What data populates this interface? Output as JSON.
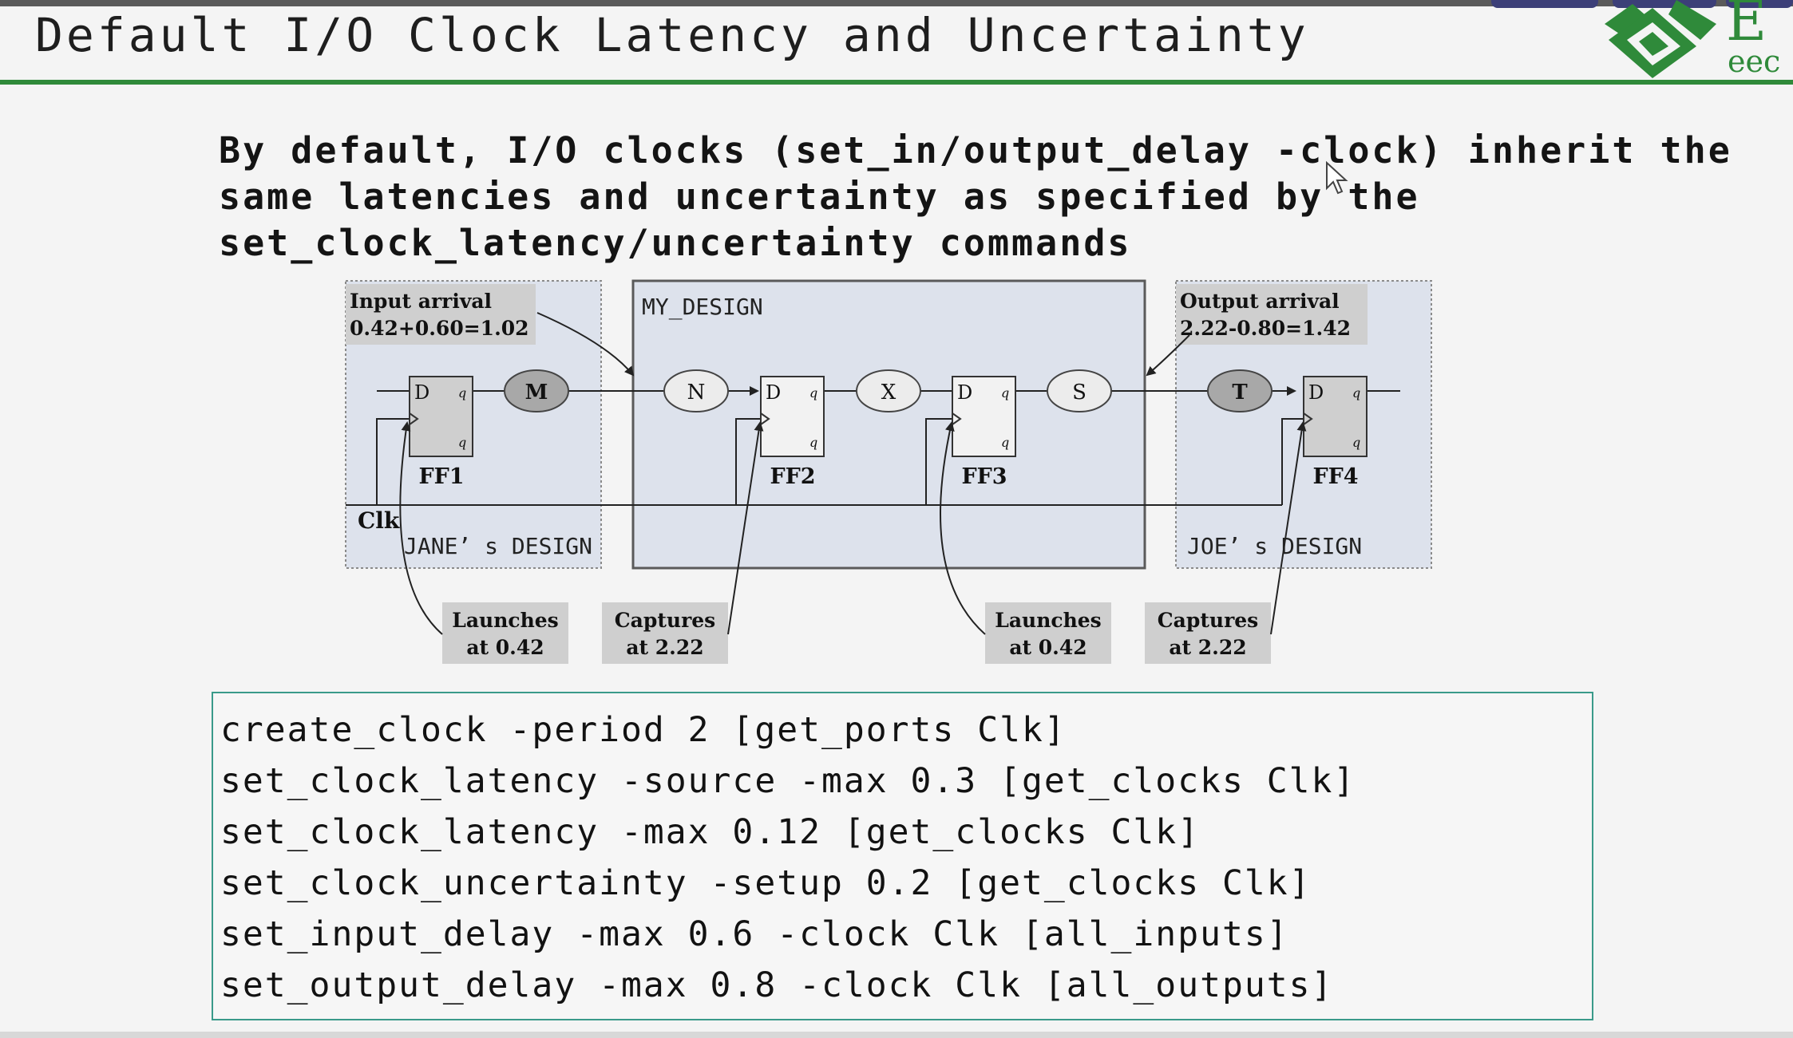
{
  "slide": {
    "title": "Default I/O Clock Latency and Uncertainty",
    "intro_lines": [
      "By default, I/O clocks (set_in/output_delay -clock) inherit the",
      "same latencies and uncertainty as specified by the",
      "set_clock_latency/uncertainty commands"
    ]
  },
  "logo": {
    "letters": "E",
    "subtext": "eec"
  },
  "colors": {
    "accent_green": "#2f8a3a",
    "code_border": "#3a9a8a",
    "callout_fill": "#cfcfcf",
    "region_fill": "#dde2ec"
  },
  "diagram": {
    "regions": {
      "jane": "JANE’ s DESIGN",
      "my": "MY_DESIGN",
      "joe": "JOE’ s DESIGN"
    },
    "input_arrival": {
      "line1": "Input arrival",
      "line2": "0.42+0.60=1.02"
    },
    "output_arrival": {
      "line1": "Output arrival",
      "line2": "2.22-0.80=1.42"
    },
    "clock_label": "Clk",
    "flops": [
      {
        "name": "FF1",
        "d": "D",
        "q": "q",
        "qb": "q"
      },
      {
        "name": "FF2",
        "d": "D",
        "q": "q",
        "qb": "q"
      },
      {
        "name": "FF3",
        "d": "D",
        "q": "q",
        "qb": "q"
      },
      {
        "name": "FF4",
        "d": "D",
        "q": "q",
        "qb": "q"
      }
    ],
    "logic_clouds": [
      "M",
      "N",
      "X",
      "S",
      "T"
    ],
    "callouts": [
      {
        "line1": "Launches",
        "line2": "at 0.42"
      },
      {
        "line1": "Captures",
        "line2": "at 2.22"
      },
      {
        "line1": "Launches",
        "line2": "at 0.42"
      },
      {
        "line1": "Captures",
        "line2": "at 2.22"
      }
    ]
  },
  "commands": [
    "create_clock -period 2 [get_ports Clk]",
    "set_clock_latency -source -max 0.3 [get_clocks Clk]",
    "set_clock_latency -max 0.12 [get_clocks Clk]",
    "set_clock_uncertainty -setup 0.2 [get_clocks Clk]",
    "set_input_delay -max 0.6 -clock Clk [all_inputs]",
    "set_output_delay -max 0.8 -clock Clk [all_outputs]"
  ]
}
